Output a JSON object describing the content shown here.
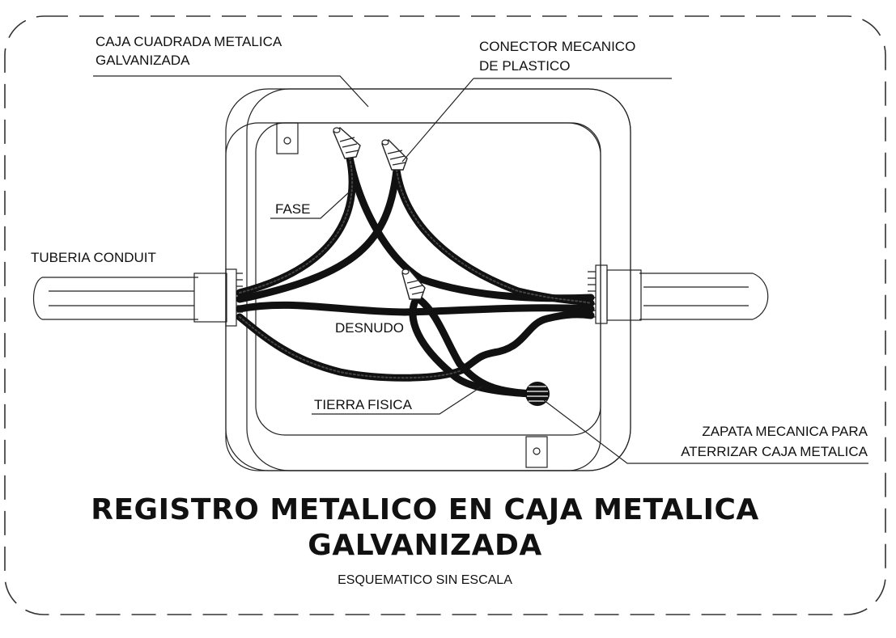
{
  "labels": {
    "box": [
      "CAJA CUADRADA METALICA",
      "GALVANIZADA"
    ],
    "connector": [
      "CONECTOR MECANICO",
      "DE PLASTICO"
    ],
    "phase": "FASE",
    "conduit": "TUBERIA CONDUIT",
    "bare": "DESNUDO",
    "ground": "TIERRA FISICA",
    "lug": [
      "ZAPATA MECANICA PARA",
      "ATERRIZAR CAJA METALICA"
    ]
  },
  "title": [
    "REGISTRO METALICO EN CAJA METALICA",
    "GALVANIZADA"
  ],
  "subtitle": "ESQUEMATICO SIN ESCALA"
}
